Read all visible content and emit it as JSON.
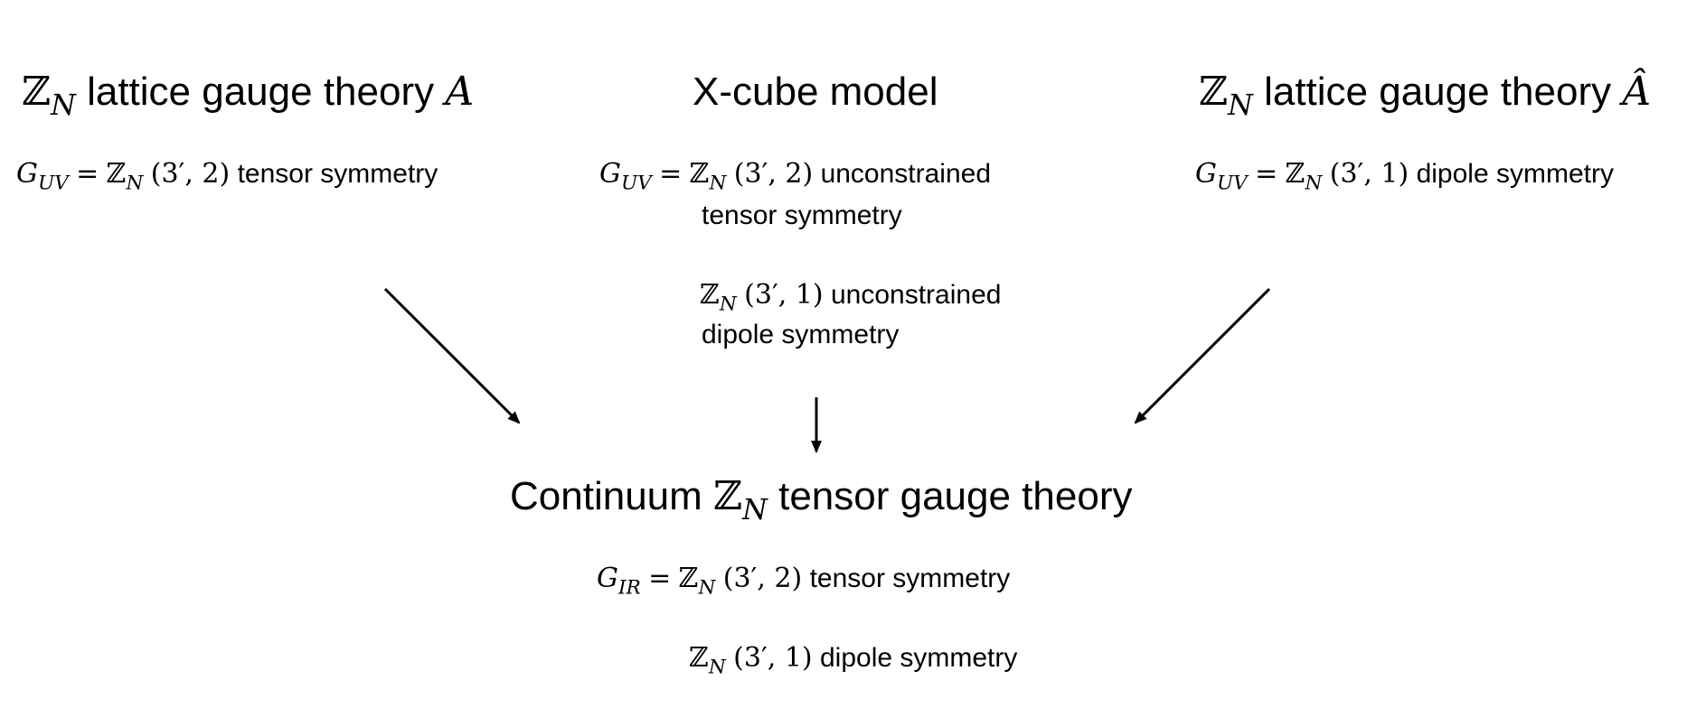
{
  "left": {
    "title_text": "lattice gauge theory",
    "field_symbol": "A",
    "symmetry_text": "tensor symmetry",
    "charge_pair": "(3′, 2)"
  },
  "center": {
    "title": "X-cube model",
    "line1_text": "unconstrained",
    "line1_charge": "(3′, 2)",
    "line2": "tensor symmetry",
    "line3_charge": "(3′, 1)",
    "line3_text": "unconstrained",
    "line4": "dipole symmetry"
  },
  "right": {
    "title_text": "lattice gauge theory",
    "field_symbol": "Â",
    "symmetry_text": "dipole symmetry",
    "charge_pair": "(3′, 1)"
  },
  "bottom": {
    "title_prefix": "Continuum",
    "title_suffix": "tensor gauge theory",
    "line1_charge": "(3′, 2)",
    "line1_text": "tensor symmetry",
    "line2_charge": "(3′, 1)",
    "line2_text": "dipole symmetry"
  },
  "symbols": {
    "zn": "ℤ",
    "n_sub": "N",
    "g": "G",
    "uv_sub": "UV",
    "ir_sub": "IR",
    "equals": "="
  },
  "colors": {
    "text": "#000000",
    "arrows": "#000000",
    "background": "#ffffff"
  }
}
